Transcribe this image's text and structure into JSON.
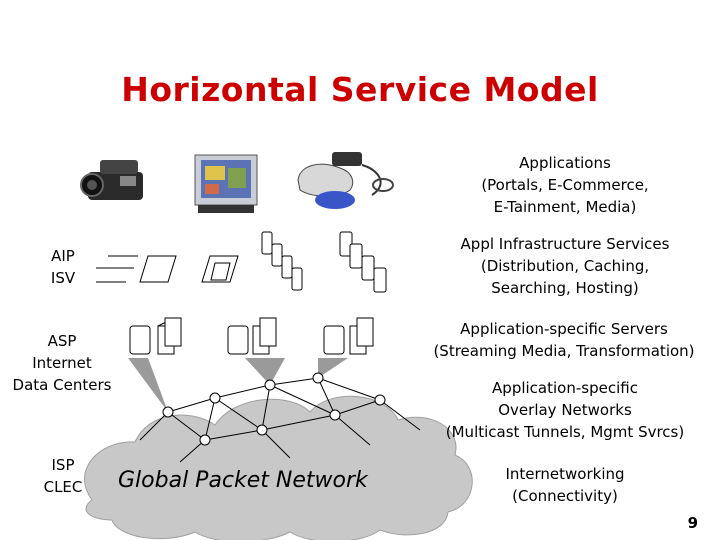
{
  "title": "Horizontal Service Model",
  "left_labels": {
    "aip_isv": "AIP\nISV",
    "asp": "ASP\nInternet\nData Centers",
    "isp_clec": "ISP\nCLEC"
  },
  "right_labels": {
    "applications": "Applications\n(Portals, E-Commerce,\nE-Tainment, Media)",
    "appl_infra": "Appl Infrastructure Services\n(Distribution, Caching,\nSearching, Hosting)",
    "app_servers": "Application-specific Servers\n(Streaming Media, Transformation)",
    "overlay": "Application-specific\nOverlay Networks\n(Multicast Tunnels, Mgmt Svrcs)",
    "internetworking": "Internetworking\n(Connectivity)"
  },
  "network_label": "Global Packet Network",
  "page_number": "9",
  "colors": {
    "title": "#cc0000",
    "cloud": "#c8c8c8",
    "cone": "#9a9a9a"
  },
  "icons": [
    "camcorder-icon",
    "monitor-icon",
    "headset-device-icon",
    "server-icon",
    "document-icon"
  ]
}
